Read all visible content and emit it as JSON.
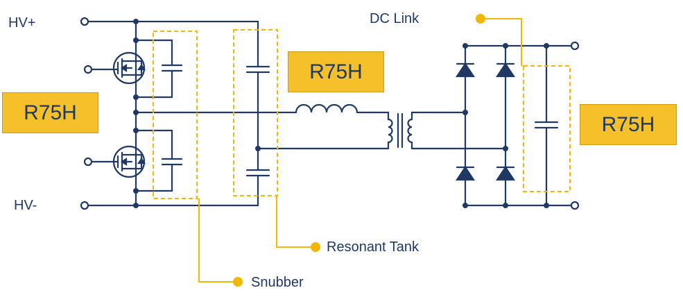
{
  "terminals": {
    "hv_plus": "HV+",
    "hv_minus": "HV-"
  },
  "tags": {
    "left": "R75H",
    "middle": "R75H",
    "right": "R75H"
  },
  "callouts": {
    "dc_link": "DC Link",
    "resonant_tank": "Resonant Tank",
    "snubber": "Snubber"
  },
  "colors": {
    "wire": "#1f3864",
    "callout": "#f2b705",
    "tag_fill": "#f5c02a"
  }
}
